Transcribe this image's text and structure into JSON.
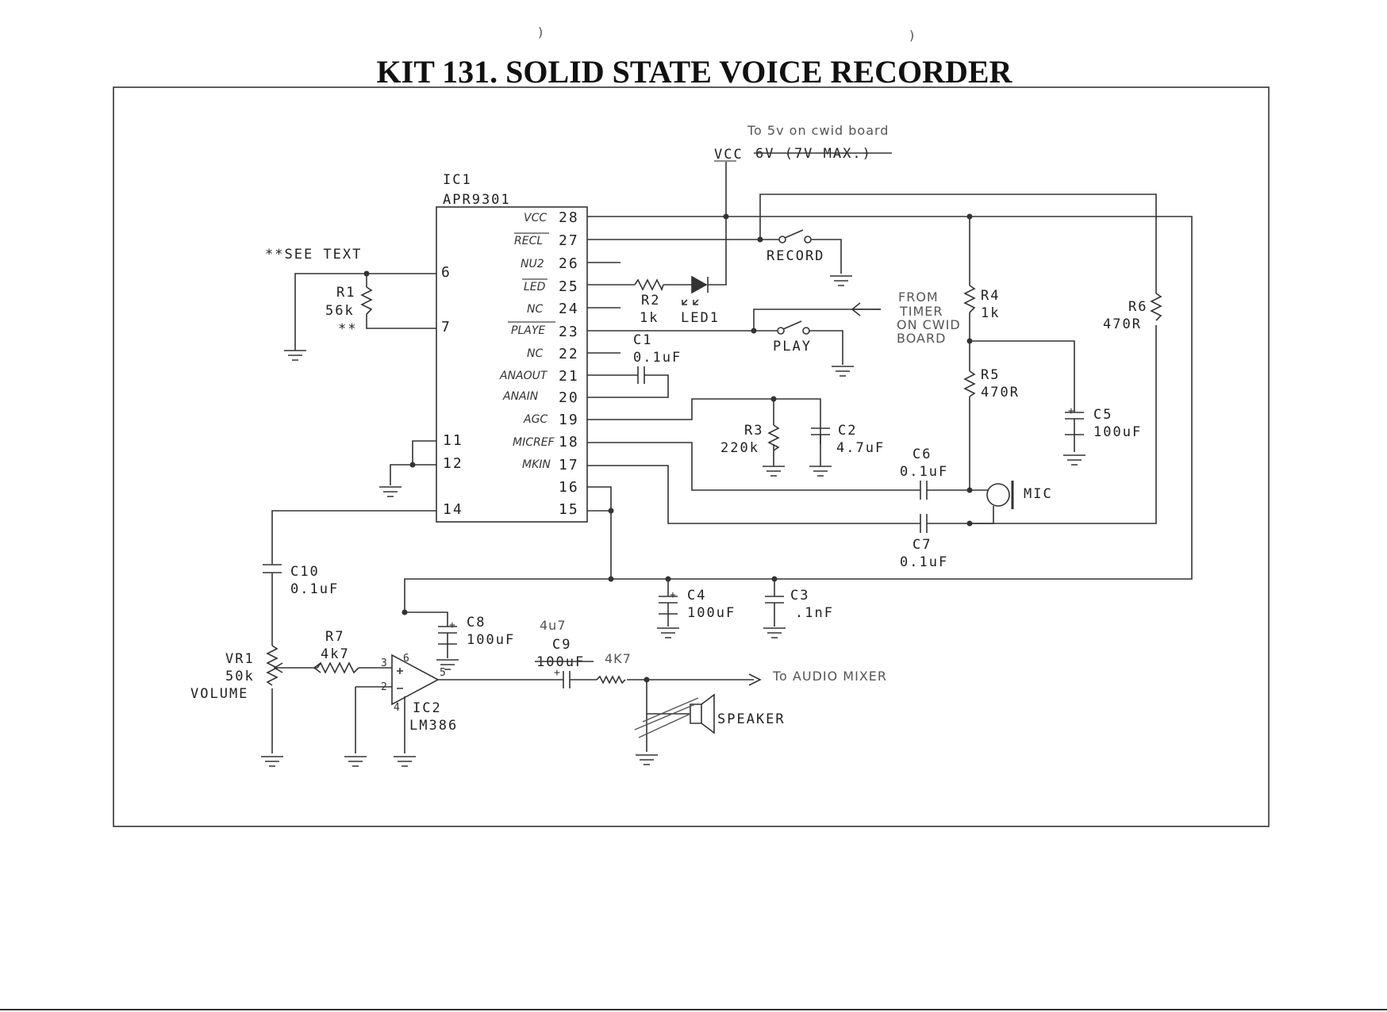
{
  "title": "KIT 131. SOLID STATE VOICE RECORDER",
  "supply": {
    "vcc_label": "VCC",
    "struck_text": "6V (7V MAX.)",
    "handwritten_note": "To 5v on cwid board"
  },
  "ic1": {
    "ref": "IC1",
    "part": "APR9301",
    "left_pins": [
      "6",
      "7",
      "11",
      "12",
      "14"
    ],
    "right_pins": [
      {
        "num": "28",
        "name": "VCC"
      },
      {
        "num": "27",
        "name": "RECL"
      },
      {
        "num": "26",
        "name": "NU2"
      },
      {
        "num": "25",
        "name": "LED"
      },
      {
        "num": "24",
        "name": "NC"
      },
      {
        "num": "23",
        "name": "PLAYE"
      },
      {
        "num": "22",
        "name": "NC"
      },
      {
        "num": "21",
        "name": "ANAOUT"
      },
      {
        "num": "20",
        "name": "ANAIN"
      },
      {
        "num": "19",
        "name": "AGC"
      },
      {
        "num": "18",
        "name": "MICREF"
      },
      {
        "num": "17",
        "name": "MKIN"
      },
      {
        "num": "16",
        "name": ""
      },
      {
        "num": "15",
        "name": ""
      }
    ]
  },
  "see_text": "**SEE TEXT",
  "double_star": "**",
  "components": {
    "r1": {
      "ref": "R1",
      "value": "56k"
    },
    "r2": {
      "ref": "R2",
      "value": "1k"
    },
    "r3": {
      "ref": "R3",
      "value": "220k"
    },
    "r4": {
      "ref": "R4",
      "value": "1k"
    },
    "r5": {
      "ref": "R5",
      "value": "470R"
    },
    "r6": {
      "ref": "R6",
      "value": "470R"
    },
    "r7": {
      "ref": "R7",
      "value": "4k7"
    },
    "c1": {
      "ref": "C1",
      "value": "0.1uF"
    },
    "c2": {
      "ref": "C2",
      "value": "4.7uF"
    },
    "c3": {
      "ref": "C3",
      "value": ".1nF"
    },
    "c4": {
      "ref": "C4",
      "value": "100uF"
    },
    "c5": {
      "ref": "C5",
      "value": "100uF"
    },
    "c6": {
      "ref": "C6",
      "value": "0.1uF"
    },
    "c7": {
      "ref": "C7",
      "value": "0.1uF"
    },
    "c8": {
      "ref": "C8",
      "value": "100uF"
    },
    "c9": {
      "ref": "C9",
      "value": "100uF",
      "handwritten_value": "4u7"
    },
    "c10": {
      "ref": "C10",
      "value": "0.1uF"
    },
    "led1": {
      "ref": "LED1"
    },
    "vr1": {
      "ref": "VR1",
      "value": "50k",
      "function": "VOLUME"
    },
    "ic2": {
      "ref": "IC2",
      "part": "LM386",
      "pins": [
        "3",
        "2",
        "4",
        "5",
        "6"
      ]
    },
    "handwritten_resistor": "4K7"
  },
  "switches": {
    "record": "RECORD",
    "play": "PLAY"
  },
  "mic_label": "MIC",
  "speaker_label": "SPEAKER",
  "notes": {
    "from_timer": [
      "FROM",
      "TIMER",
      "ON CWID",
      "BOARD"
    ],
    "audio_mixer": "To AUDIO MIXER"
  }
}
